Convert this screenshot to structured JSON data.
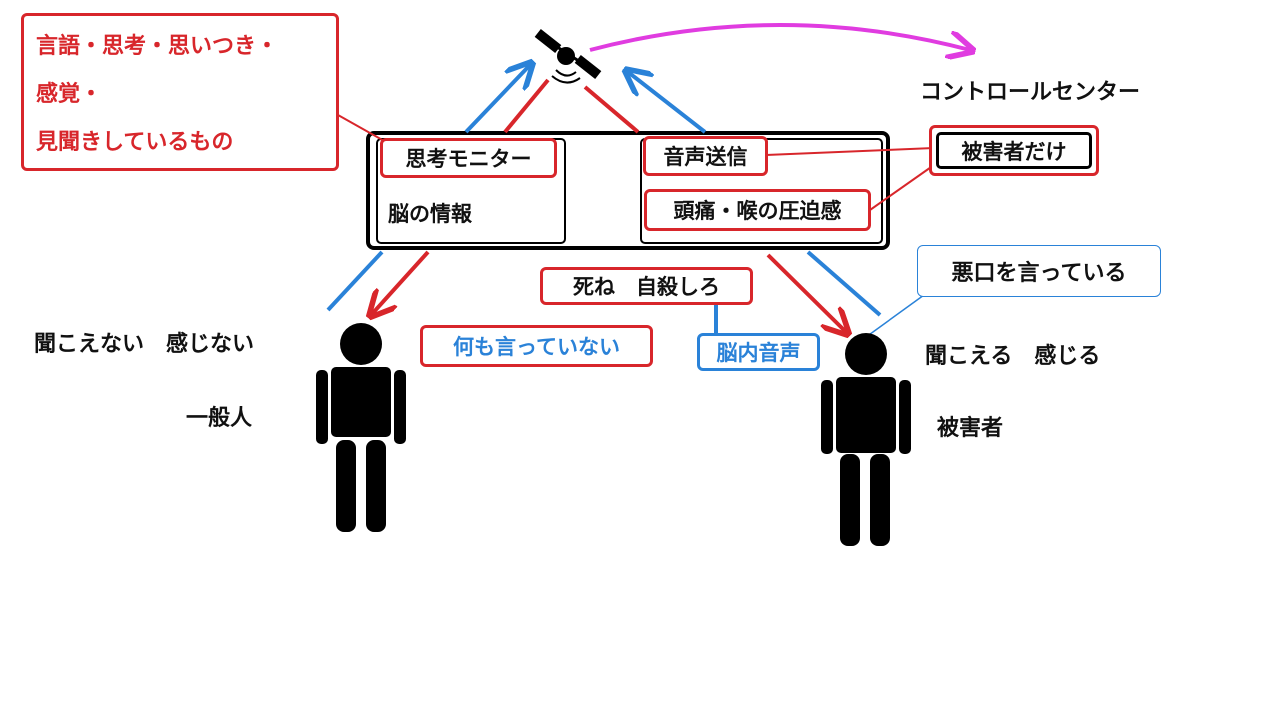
{
  "colors": {
    "red": "#d8262b",
    "blue": "#2a82d8",
    "magenta": "#e03ce0",
    "black": "#000000"
  },
  "icons": {
    "satellite": "satellite-icon",
    "person": "person-icon"
  },
  "monitor_note": {
    "line1": "言語・思考・思いつき・",
    "line2": "感覚・",
    "line3": "見聞きしているもの"
  },
  "control_center": "コントロールセンター",
  "left_panel": {
    "title": "思考モニター",
    "body": "脳の情報"
  },
  "right_panel": {
    "title": "音声送信",
    "body": "頭痛・喉の圧迫感"
  },
  "victim_only": "被害者だけ",
  "insult_note": "悪口を言っている",
  "death_message": "死ね　自殺しろ",
  "inner_voice": "脳内音声",
  "nothing_said": "何も言っていない",
  "general_person": {
    "status": "聞こえない　感じない",
    "label": "一般人"
  },
  "victim": {
    "status": "聞こえる　感じる",
    "label": "被害者"
  }
}
